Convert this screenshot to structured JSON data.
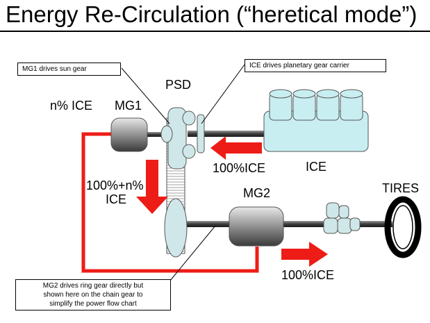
{
  "title": "Energy Re-Circulation (“heretical mode”)",
  "labels": {
    "psd": "PSD",
    "mg1": "MG1",
    "mg2": "MG2",
    "n_ice": "n% ICE",
    "ice": "ICE",
    "tires": "TIRES",
    "flow_ice_top": "100%ICE",
    "flow_mid_line1": "100%+n%",
    "flow_mid_line2": "ICE",
    "flow_ice_bottom": "100%ICE"
  },
  "callouts": {
    "mg1_sun": "MG1 drives sun gear",
    "ice_carrier": "ICE drives planetary gear carrier",
    "mg2_ring_line1": "MG2 drives ring gear directly but",
    "mg2_ring_line2": "shown here on the chain gear to",
    "mg2_ring_line3": "simplify the power flow chart"
  },
  "colors": {
    "flow_red": "#ee1c16",
    "ice_fill": "#c8eef2",
    "gear_fill": "#cfe7e9"
  }
}
